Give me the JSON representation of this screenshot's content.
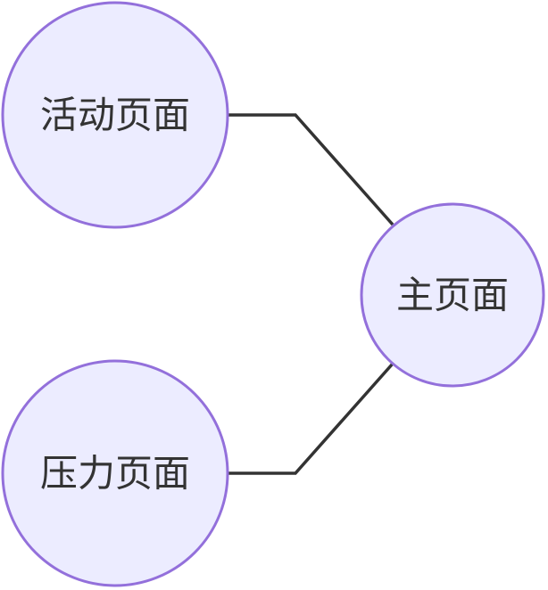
{
  "diagram": {
    "type": "mindmap",
    "colors": {
      "node_fill": "#ececff",
      "node_stroke": "#9370db",
      "edge": "#333333",
      "text": "#333333",
      "background": "#ffffff"
    },
    "nodes": [
      {
        "id": "activity",
        "label": "活动页面"
      },
      {
        "id": "main",
        "label": "主页面"
      },
      {
        "id": "pressure",
        "label": "压力页面"
      }
    ],
    "edges": [
      {
        "from": "main",
        "to": "activity"
      },
      {
        "from": "main",
        "to": "pressure"
      }
    ]
  }
}
